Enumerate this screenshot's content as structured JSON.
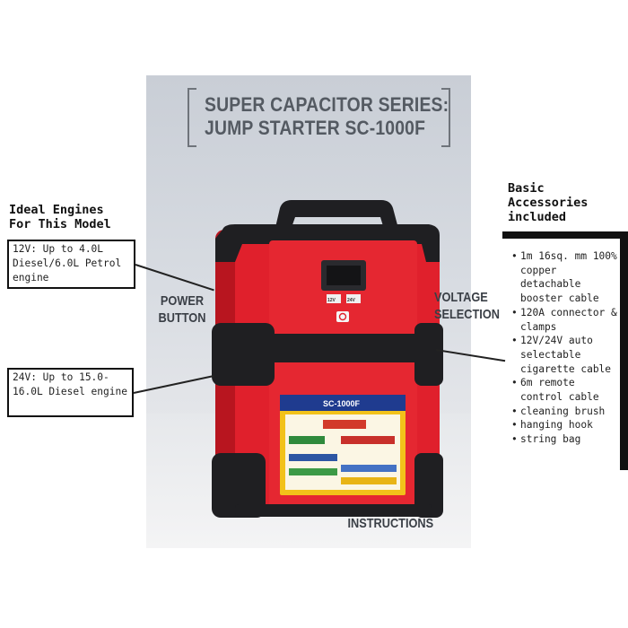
{
  "title": {
    "line1": "SUPER CAPACITOR SERIES:",
    "line2": "JUMP STARTER SC-1000F"
  },
  "device": {
    "model": "SC-1000F",
    "display_buttons": [
      "12V",
      "24V"
    ]
  },
  "callouts": {
    "power": "POWER\nBUTTON",
    "voltage": "VOLTAGE\nSELECTION",
    "instructions": "INSTRUCTIONS"
  },
  "ideal_engines": {
    "heading": "Ideal Engines\nFor This Model",
    "v12": "12V: Up to 4.0L Diesel/6.0L Petrol engine",
    "v24": "24V: Up to 15.0-16.0L Diesel engine"
  },
  "accessories": {
    "heading": "Basic\nAccessories\nincluded",
    "items": [
      "1m 16sq. mm 100% copper detachable booster cable",
      "120A connector & clamps",
      "12V/24V auto selectable cigarette cable",
      "6m remote control cable",
      "cleaning brush",
      "hanging hook",
      "string bag"
    ]
  },
  "colors": {
    "device_red": "#e0202c",
    "device_black": "#1f1f22",
    "label_yellow": "#f2c21a",
    "title_gray": "#545a62"
  }
}
